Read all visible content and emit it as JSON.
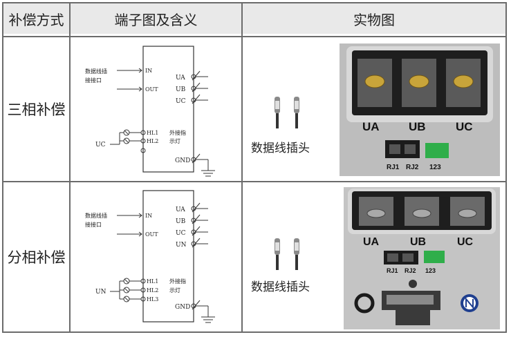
{
  "header": {
    "col1": "补偿方式",
    "col2": "端子图及含义",
    "col3": "实物图"
  },
  "rows": [
    {
      "mode": "三相补偿",
      "diagram": {
        "data_line": "数据线插",
        "data_line2": "接接口",
        "in": "IN",
        "out": "OUT",
        "ua": "UA",
        "ub": "UB",
        "uc": "UC",
        "hl1": "HL1",
        "hl2": "HL2",
        "ext1": "外接指",
        "ext2": "示灯",
        "uc_in": "UC",
        "gnd": "GND"
      },
      "plug_caption": "数据线插头",
      "photo": {
        "ua": "UA",
        "ub": "UB",
        "uc": "UC",
        "rj1": "RJ1",
        "rj2": "RJ2",
        "n123": "123"
      }
    },
    {
      "mode": "分相补偿",
      "diagram": {
        "data_line": "数据线插",
        "data_line2": "接接口",
        "in": "IN",
        "out": "OUT",
        "ua": "UA",
        "ub": "UB",
        "uc": "UC",
        "un": "UN",
        "hl1": "HL1",
        "hl2": "HL2",
        "hl3": "HL3",
        "ext1": "外接指",
        "ext2": "示灯",
        "un_in": "UN",
        "gnd": "GND"
      },
      "plug_caption": "数据线插头",
      "photo": {
        "ua": "UA",
        "ub": "UB",
        "uc": "UC",
        "rj1": "RJ1",
        "rj2": "RJ2",
        "n123": "123"
      }
    }
  ],
  "colors": {
    "header_bg": "#e9e9e9",
    "grid": "#6b6b6b",
    "plate": "#bdbdbd",
    "terminal_green": "#2fae4a"
  }
}
